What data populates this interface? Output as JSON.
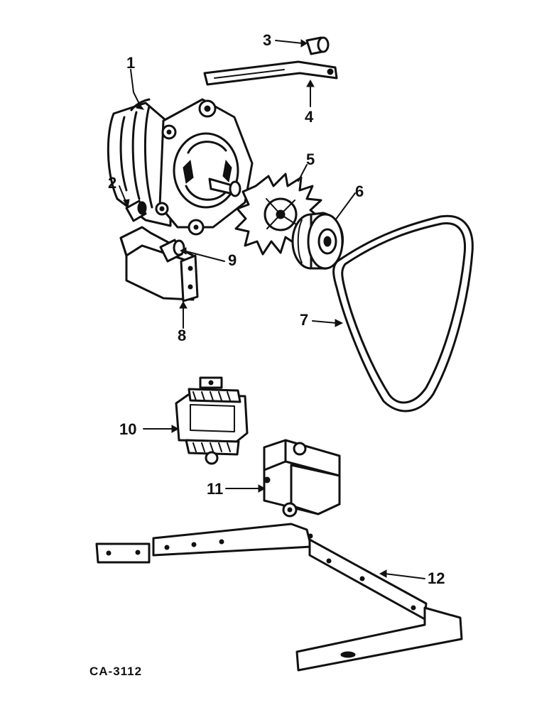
{
  "callouts": {
    "c1": "1",
    "c2": "2",
    "c3": "3",
    "c4": "4",
    "c5": "5",
    "c6": "6",
    "c7": "7",
    "c8": "8",
    "c9": "9",
    "c10": "10",
    "c11": "11",
    "c12": "12"
  },
  "drawing_code": "CA-3112"
}
